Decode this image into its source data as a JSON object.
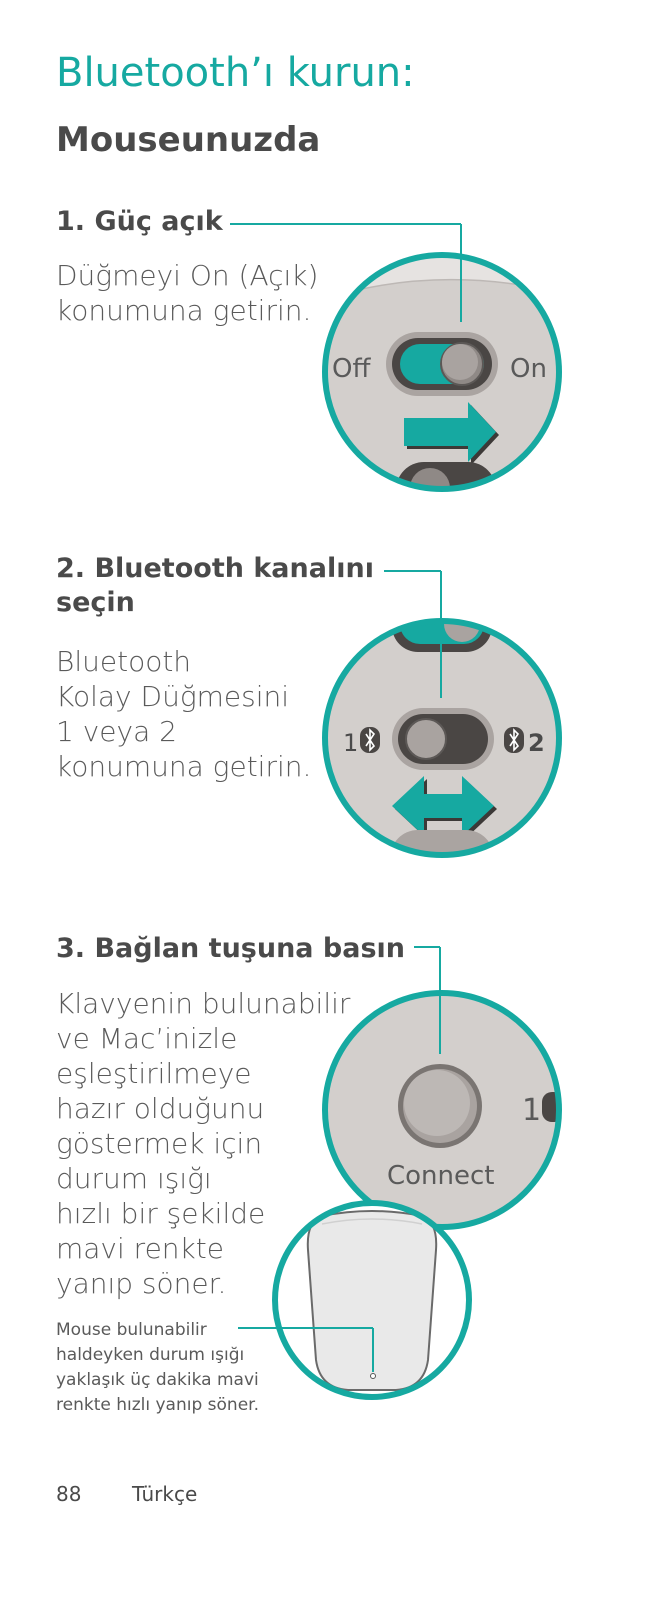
{
  "page": {
    "title": "Bluetooth’ı kurun:",
    "subtitle": "Mouseunuzda"
  },
  "steps": [
    {
      "heading": "1. Güç açık",
      "lines": [
        "Düğmeyi On (Açık)",
        "konumuna getirin."
      ],
      "switch_labels": {
        "off": "Off",
        "on": "On"
      }
    },
    {
      "heading_lines": [
        "2. Bluetooth kanalını",
        "seçin"
      ],
      "lines": [
        "Bluetooth",
        "Kolay Düğmesini",
        "1 veya 2",
        "konumuna getirin."
      ],
      "channel_labels": {
        "left": "1",
        "right": "2"
      }
    },
    {
      "heading": "3. Bağlan tuşuna basın",
      "lines": [
        "Klavyenin bulunabilir",
        "ve Mac’inizle",
        "eşleştirilmeye",
        "hazır olduğunu",
        "göstermek için",
        "durum ışığı",
        "hızlı bir şekilde",
        "mavi renkte",
        "yanıp söner."
      ],
      "connect_label": "Connect",
      "channel_fragment": "1",
      "note_lines": [
        "Mouse bulunabilir",
        "haldeyken durum ışığı",
        "yaklaşık üç dakika mavi",
        "renkte hızlı yanıp söner."
      ]
    }
  ],
  "footer": {
    "page_number": "88",
    "language": "Türkçe"
  },
  "colors": {
    "accent": "#16a9a1",
    "text": "#4a4a4a",
    "device_gray": "#d3cfcc"
  }
}
